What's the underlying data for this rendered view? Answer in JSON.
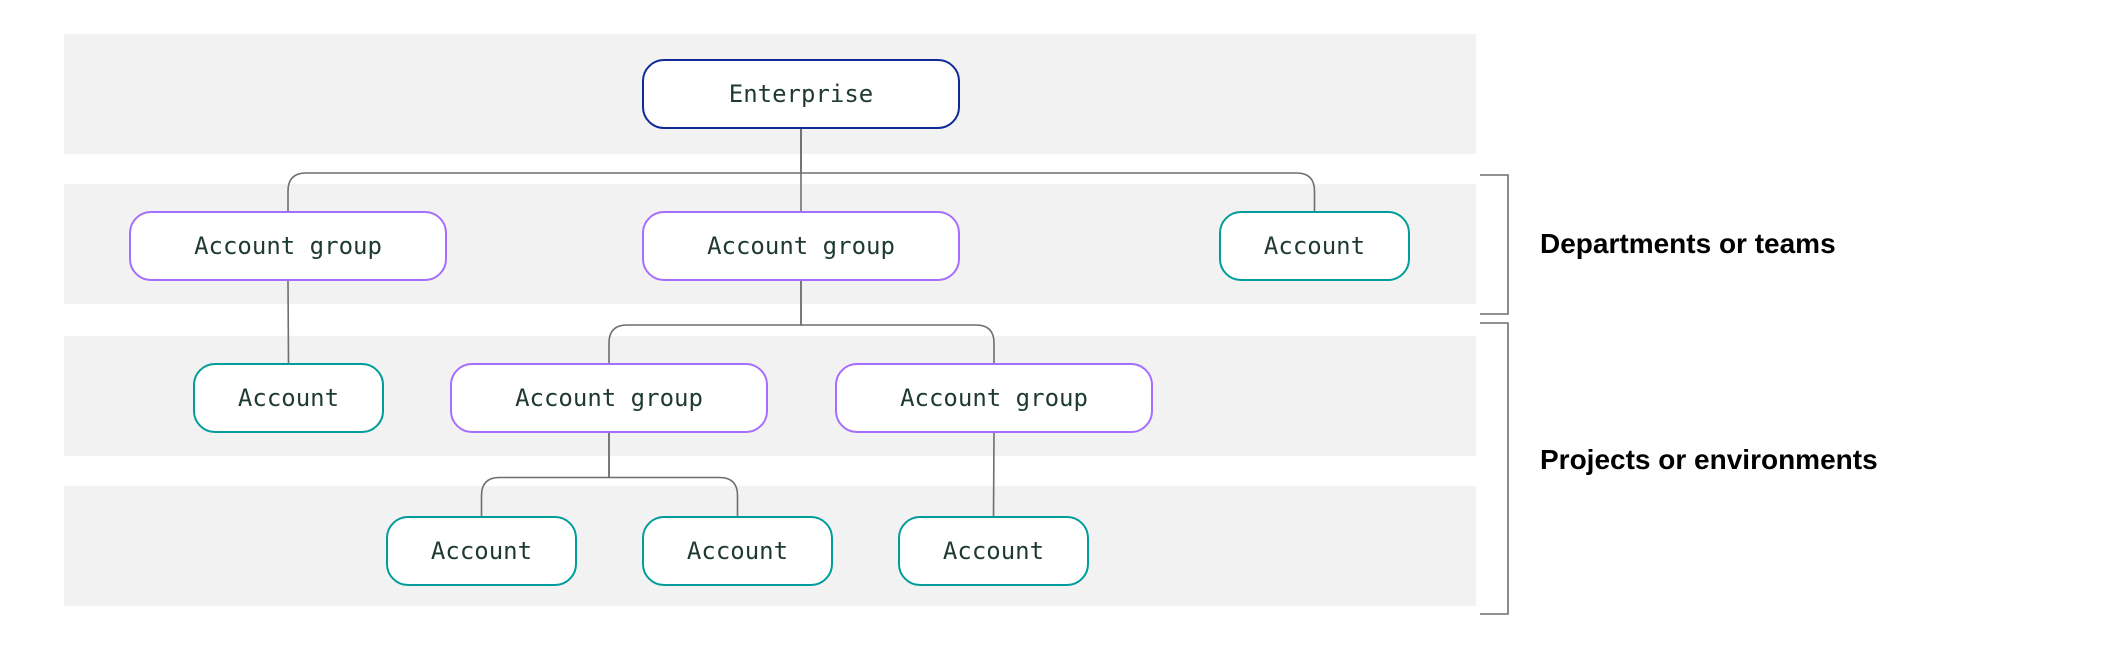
{
  "colors": {
    "band": "#f2f2f2",
    "enterprise_border": "#0f2a96",
    "group_border": "#a56eff",
    "account_border": "#009d9a",
    "connector": "#6f6f6f"
  },
  "nodes": {
    "enterprise": {
      "label": "Enterprise",
      "kind": "enterprise"
    },
    "group_left": {
      "label": "Account group",
      "kind": "group"
    },
    "group_center": {
      "label": "Account group",
      "kind": "group"
    },
    "account_top_right": {
      "label": "Account",
      "kind": "account"
    },
    "account_left": {
      "label": "Account",
      "kind": "account"
    },
    "group_mid_left": {
      "label": "Account group",
      "kind": "group"
    },
    "group_mid_right": {
      "label": "Account group",
      "kind": "group"
    },
    "account_bottom_1": {
      "label": "Account",
      "kind": "account"
    },
    "account_bottom_2": {
      "label": "Account",
      "kind": "account"
    },
    "account_bottom_3": {
      "label": "Account",
      "kind": "account"
    }
  },
  "edges": [
    [
      "enterprise",
      "group_left"
    ],
    [
      "enterprise",
      "group_center"
    ],
    [
      "enterprise",
      "account_top_right"
    ],
    [
      "group_left",
      "account_left"
    ],
    [
      "group_center",
      "group_mid_left"
    ],
    [
      "group_center",
      "group_mid_right"
    ],
    [
      "group_mid_left",
      "account_bottom_1"
    ],
    [
      "group_mid_left",
      "account_bottom_2"
    ],
    [
      "group_mid_right",
      "account_bottom_3"
    ]
  ],
  "brackets": {
    "departments": {
      "label": "Departments or teams"
    },
    "projects": {
      "label": "Projects or environments"
    }
  }
}
